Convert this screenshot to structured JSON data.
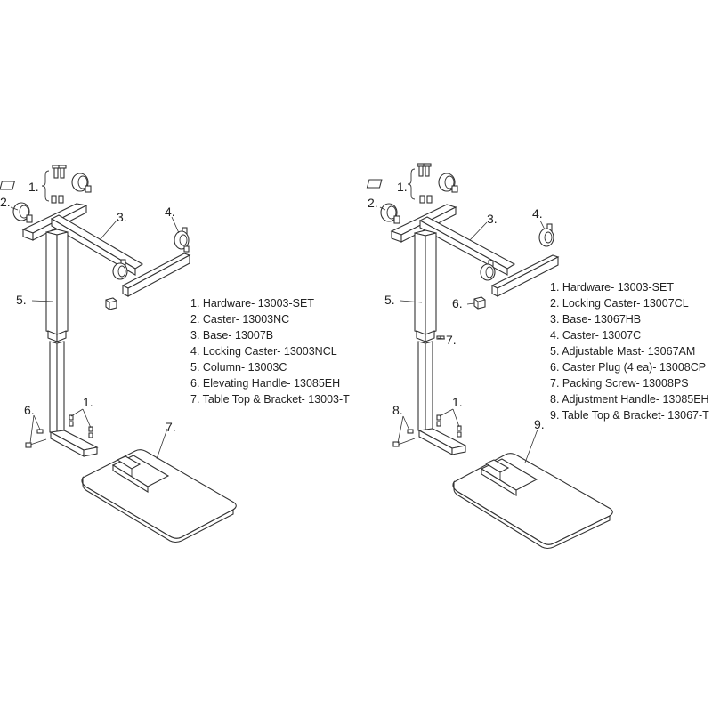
{
  "diagrams": {
    "left": {
      "callouts": {
        "c1": "1.",
        "c2": "2.",
        "c3": "3.",
        "c4": "4.",
        "c5": "5.",
        "c6": "6.",
        "c1b": "1.",
        "c7": "7."
      },
      "legend": [
        "1. Hardware- 13003-SET",
        "2. Caster- 13003NC",
        "3. Base- 13007B",
        "4. Locking Caster- 13003NCL",
        "5. Column- 13003C",
        "6. Elevating Handle- 13085EH",
        "7. Table Top & Bracket- 13003-T"
      ]
    },
    "right": {
      "callouts": {
        "c1": "1.",
        "c2": "2.",
        "c3": "3.",
        "c4": "4.",
        "c5": "5.",
        "c6": "6.",
        "c7": "7.",
        "c8": "8.",
        "c1b": "1.",
        "c9": "9."
      },
      "legend": [
        "1. Hardware- 13003-SET",
        "2. Locking Caster- 13007CL",
        "3. Base- 13067HB",
        "4. Caster- 13007C",
        "5. Adjustable Mast- 13067AM",
        "6. Caster Plug (4 ea)- 13008CP",
        "7. Packing Screw- 13008PS",
        "8. Adjustment Handle- 13085EH",
        "9. Table Top & Bracket- 13067-T"
      ]
    }
  }
}
